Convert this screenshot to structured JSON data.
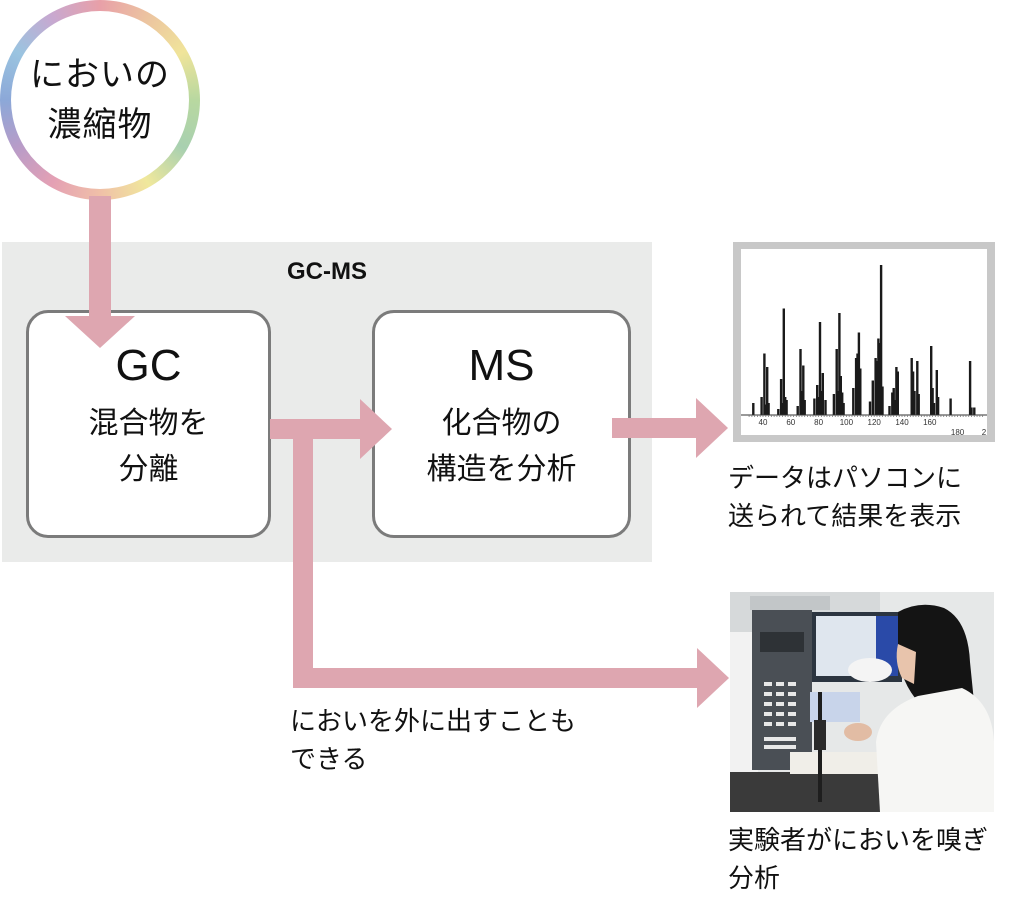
{
  "source": {
    "line1": "においの",
    "line2": "濃縮物"
  },
  "gcms": {
    "title": "GC-MS",
    "gc": {
      "label": "GC",
      "desc_line1": "混合物を",
      "desc_line2": "分離"
    },
    "ms": {
      "label": "MS",
      "desc_line1": "化合物の",
      "desc_line2": "構造を分析"
    }
  },
  "captions": {
    "pc_line1": "データはパソコンに",
    "pc_line2": "送られて結果を表示",
    "outlet_line1": "においを外に出すことも",
    "outlet_line2": "できる",
    "sniff_line1": "実験者がにおいを嗅ぎ",
    "sniff_line2": "分析"
  },
  "colors": {
    "arrow": "#dea6b0",
    "panel": "#eaebea",
    "box_border": "#7b7b7b"
  },
  "photo": {
    "description": "Researcher in white lab coat sniffing at olfactory port next to GC-MS instrument"
  },
  "chart_data": {
    "type": "bar",
    "title": "",
    "xlabel": "",
    "ylabel": "",
    "xlim": [
      30,
      200
    ],
    "ylim": [
      0,
      100
    ],
    "grid": false,
    "x_ticks": [
      "40",
      "60",
      "80",
      "100",
      "120",
      "140",
      "160",
      "180",
      "2"
    ],
    "x_tick_values": [
      40,
      60,
      80,
      100,
      120,
      140,
      160,
      180,
      199
    ],
    "peaks": [
      {
        "x": 33,
        "y": 8
      },
      {
        "x": 39,
        "y": 12
      },
      {
        "x": 41,
        "y": 41
      },
      {
        "x": 42,
        "y": 7
      },
      {
        "x": 43,
        "y": 32
      },
      {
        "x": 44,
        "y": 8
      },
      {
        "x": 51,
        "y": 4
      },
      {
        "x": 53,
        "y": 24
      },
      {
        "x": 54,
        "y": 8
      },
      {
        "x": 55,
        "y": 71
      },
      {
        "x": 56,
        "y": 12
      },
      {
        "x": 57,
        "y": 10
      },
      {
        "x": 65,
        "y": 6
      },
      {
        "x": 67,
        "y": 44
      },
      {
        "x": 68,
        "y": 16
      },
      {
        "x": 69,
        "y": 33
      },
      {
        "x": 70,
        "y": 10
      },
      {
        "x": 77,
        "y": 11
      },
      {
        "x": 79,
        "y": 20
      },
      {
        "x": 80,
        "y": 12
      },
      {
        "x": 81,
        "y": 62
      },
      {
        "x": 82,
        "y": 16
      },
      {
        "x": 83,
        "y": 28
      },
      {
        "x": 85,
        "y": 10
      },
      {
        "x": 91,
        "y": 14
      },
      {
        "x": 93,
        "y": 44
      },
      {
        "x": 94,
        "y": 16
      },
      {
        "x": 95,
        "y": 68
      },
      {
        "x": 96,
        "y": 26
      },
      {
        "x": 97,
        "y": 15
      },
      {
        "x": 98,
        "y": 8
      },
      {
        "x": 105,
        "y": 18
      },
      {
        "x": 107,
        "y": 38
      },
      {
        "x": 108,
        "y": 41
      },
      {
        "x": 109,
        "y": 55
      },
      {
        "x": 110,
        "y": 31
      },
      {
        "x": 117,
        "y": 9
      },
      {
        "x": 119,
        "y": 23
      },
      {
        "x": 121,
        "y": 38
      },
      {
        "x": 122,
        "y": 36
      },
      {
        "x": 123,
        "y": 51
      },
      {
        "x": 124,
        "y": 48
      },
      {
        "x": 125,
        "y": 100
      },
      {
        "x": 126,
        "y": 19
      },
      {
        "x": 131,
        "y": 6
      },
      {
        "x": 133,
        "y": 15
      },
      {
        "x": 134,
        "y": 18
      },
      {
        "x": 135,
        "y": 10
      },
      {
        "x": 136,
        "y": 32
      },
      {
        "x": 137,
        "y": 29
      },
      {
        "x": 147,
        "y": 38
      },
      {
        "x": 148,
        "y": 29
      },
      {
        "x": 149,
        "y": 16
      },
      {
        "x": 151,
        "y": 36
      },
      {
        "x": 152,
        "y": 14
      },
      {
        "x": 161,
        "y": 46
      },
      {
        "x": 162,
        "y": 18
      },
      {
        "x": 163,
        "y": 8
      },
      {
        "x": 165,
        "y": 30
      },
      {
        "x": 166,
        "y": 12
      },
      {
        "x": 175,
        "y": 11
      },
      {
        "x": 189,
        "y": 36
      },
      {
        "x": 190,
        "y": 5
      },
      {
        "x": 192,
        "y": 5
      }
    ]
  }
}
